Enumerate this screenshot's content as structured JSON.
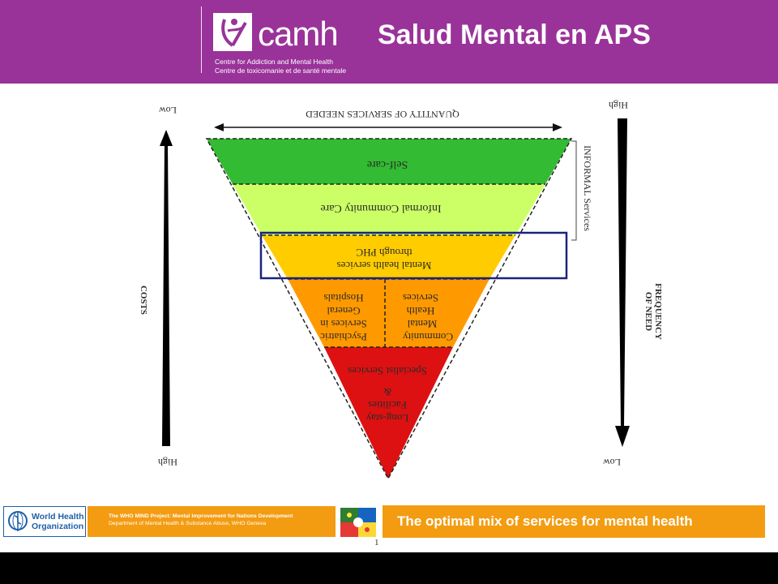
{
  "header": {
    "title": "Salud Mental en APS",
    "logo_text": "camh",
    "logo_line1": "Centre for Addiction and Mental Health",
    "logo_line2": "Centre de toxicomanie et de santé mentale",
    "background_color": "#993399"
  },
  "pyramid": {
    "top_label": "QUANTITY OF SERVICES NEEDED",
    "left_axis": {
      "label": "COSTS",
      "top_value": "Low",
      "bottom_value": "High"
    },
    "right_axis": {
      "label_line1": "FREQUENCY",
      "label_line2": "OF NEED",
      "top_value": "High",
      "bottom_value": "Low"
    },
    "informal_label": "INFORMAL Services",
    "layers": [
      {
        "id": "self-care",
        "lines": [
          "Self-care"
        ],
        "color": "#33bb33"
      },
      {
        "id": "informal-community-care",
        "lines": [
          "Informal Community Care"
        ],
        "color": "#ccff66"
      },
      {
        "id": "phc",
        "lines": [
          "Mental health services",
          "through PHC"
        ],
        "color": "#ffcc00"
      },
      {
        "id": "community-mental-health",
        "lines": [
          "Community",
          "Mental",
          "Health",
          "Services"
        ],
        "color": "#ff9900"
      },
      {
        "id": "psychiatric-general-hospitals",
        "lines": [
          "Psychiatric",
          "Services in",
          "General",
          "Hospitals"
        ],
        "color": "#ff9900"
      },
      {
        "id": "specialist",
        "lines": [
          "Specialist Services"
        ],
        "color": "#dd1111"
      },
      {
        "id": "long-stay",
        "lines": [
          "Long-stay",
          "Facilities",
          "&"
        ],
        "color": "#dd1111"
      }
    ],
    "highlight_color": "#1a237e"
  },
  "footer": {
    "who_line1": "World Health",
    "who_line2": "Organization",
    "mind_line1": "The WHO MIND Project: Mental Improvement for Nations Development",
    "mind_line2": "Department of Mental Health & Substance Abuse, WHO Geneva",
    "page_number": "1",
    "banner_text": "The optimal mix of services for mental health",
    "banner_color": "#f39c12"
  }
}
